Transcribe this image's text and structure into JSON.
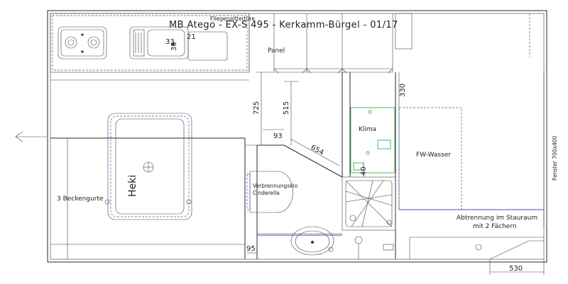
{
  "drawing": {
    "title": "MB Atego - EX-S 495 - Kerkamm-Bürgel - 01/17",
    "labels": {
      "fliegengittertuere": "Fliegengittertüre",
      "panel": "Panel",
      "klima": "Klima",
      "fw_wasser": "FW-Wasser",
      "heki": "Heki",
      "beckengurte": "3 Beckengurte",
      "klo_line1": "Verbrennungsklo",
      "klo_line2": "Cinderella",
      "abtrennung_line1": "Abtrennung im Stauraum",
      "abtrennung_line2": "mit 2 Fächern",
      "fenster": "Fenster 700x400"
    },
    "dimensions": {
      "d725": "725",
      "d515": "515",
      "d330": "330",
      "d93": "93",
      "d654": "654",
      "d40": "40",
      "d95": "95",
      "d530": "530",
      "d33a": "33",
      "d33b": "33",
      "d21": "21"
    },
    "colors": {
      "line": "#2a2a2a",
      "blue": "#4a4ab8",
      "green": "#2db84a"
    }
  }
}
